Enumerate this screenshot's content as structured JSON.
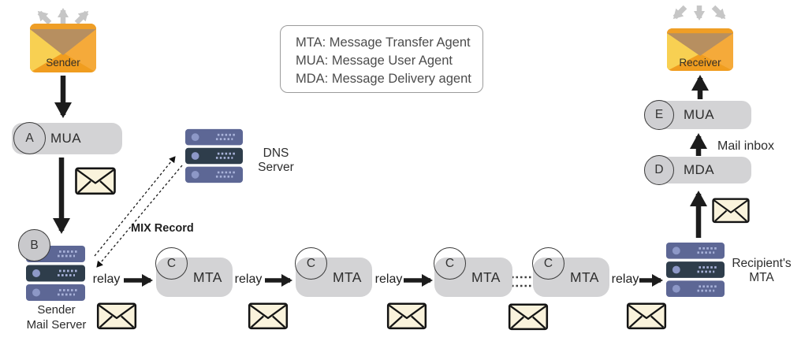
{
  "legend": {
    "lines": [
      "MTA: Message Transfer Agent",
      "MUA: Message User Agent",
      "MDA: Message Delivery agent"
    ]
  },
  "sender": {
    "label": "Sender"
  },
  "receiver": {
    "label": "Receiver"
  },
  "mua_a": {
    "letter": "A",
    "label": "MUA"
  },
  "mail_server": {
    "letter": "B",
    "line1": "Sender",
    "line2": "Mail Server"
  },
  "dns_server": {
    "line1": "DNS",
    "line2": "Server"
  },
  "mix_record": {
    "label": "MIX Record"
  },
  "relays": [
    "relay",
    "relay",
    "relay",
    "relay"
  ],
  "mtas": [
    {
      "letter": "C",
      "label": "MTA"
    },
    {
      "letter": "C",
      "label": "MTA"
    },
    {
      "letter": "C",
      "label": "MTA"
    },
    {
      "letter": "C",
      "label": "MTA"
    }
  ],
  "recipient_mta": {
    "line1": "Recipient's",
    "line2": "MTA"
  },
  "mda_d": {
    "letter": "D",
    "label": "MDA"
  },
  "mua_e": {
    "letter": "E",
    "label": "MUA"
  },
  "mail_inbox": {
    "label": "Mail inbox"
  },
  "colors": {
    "envelope_orange": "#f09d1f",
    "envelope_flap_tan": "#b78f60",
    "envelope_light_gold": "#f8d052",
    "server_rack_blue": "#5d6795",
    "server_rack_dark": "#2e3d4b",
    "mail_icon_cream": "#faf3dc",
    "pill_gray": "#d3d3d5",
    "arrow_black": "#1c1c1c",
    "arrow_gray": "#c6c6c6"
  }
}
